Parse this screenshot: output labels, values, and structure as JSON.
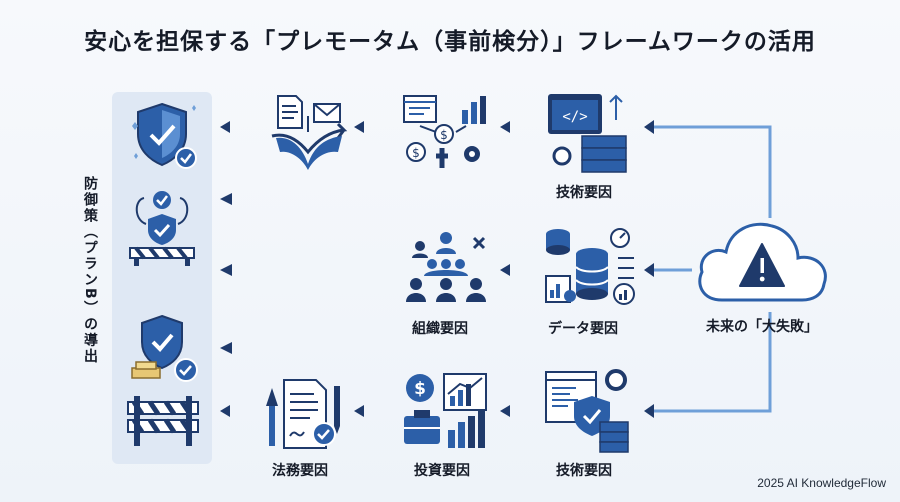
{
  "title": "安心を担保する「プレモータム（事前検分）」フレームワークの活用",
  "side_label": "防御策（プランB）の導出",
  "source_label": "未来の「大失敗」",
  "factors": {
    "row1": "技術要因",
    "row2_left": "組織要因",
    "row2_right": "データ要因",
    "row3_left": "法務要因",
    "row3_mid": "投資要因",
    "row3_right": "技術要因"
  },
  "footer": "2025 AI KnowledgeFlow",
  "colors": {
    "navy": "#1f3a6b",
    "blue": "#2c5fa8",
    "light": "#6f9fd8",
    "panel": "#dfe8f4"
  }
}
